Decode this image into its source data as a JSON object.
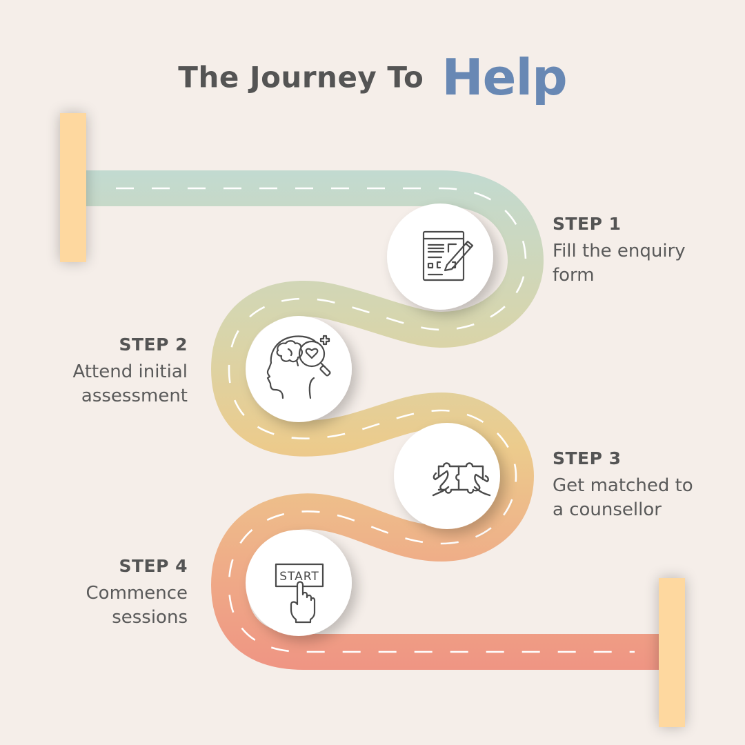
{
  "title": {
    "main": "The Journey To",
    "accent": "Help"
  },
  "colors": {
    "background": "#f5eee9",
    "title_text": "#545454",
    "accent": "#6888b4",
    "road_start": "#c2dad0",
    "road_mid": "#eac98a",
    "road_end": "#ef9585",
    "end_post": "#fed89f",
    "icon_stroke": "#4a4a4a"
  },
  "steps": [
    {
      "label": "STEP 1",
      "desc_line1": "Fill the enquiry",
      "desc_line2": "form",
      "icon": "form-pencil-icon"
    },
    {
      "label": "STEP 2",
      "desc_line1": "Attend initial",
      "desc_line2": "assessment",
      "icon": "head-brain-magnifier-icon"
    },
    {
      "label": "STEP 3",
      "desc_line1": "Get matched to",
      "desc_line2": "a counsellor",
      "icon": "puzzle-hands-icon"
    },
    {
      "label": "STEP 4",
      "desc_line1": "Commence",
      "desc_line2": "sessions",
      "icon": "start-button-hand-icon"
    }
  ],
  "start_button_text": "START"
}
